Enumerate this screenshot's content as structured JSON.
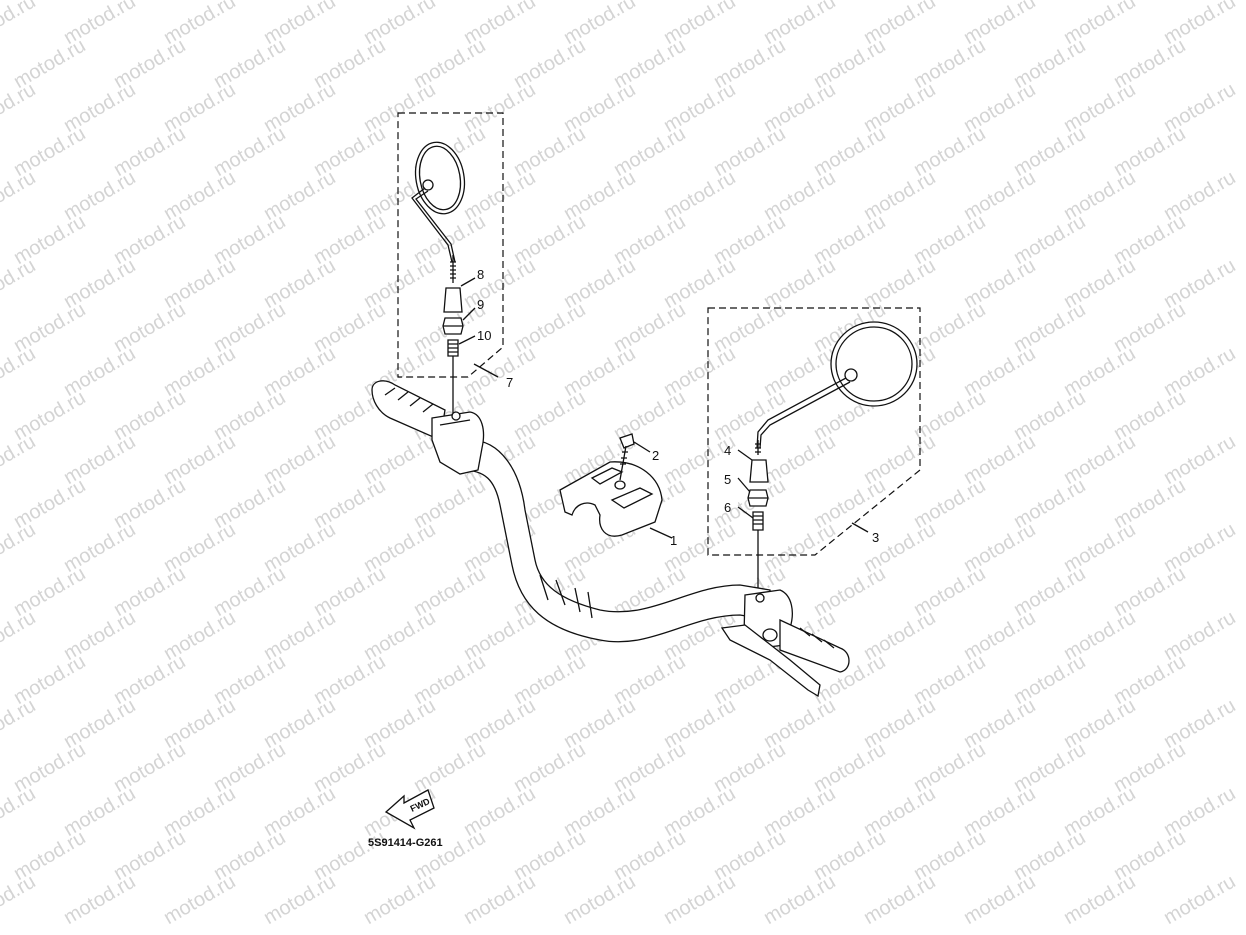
{
  "watermark": {
    "text": "motod.ru"
  },
  "diagram": {
    "code": "5S91414-G261",
    "fwd_label": "FWD",
    "callouts": [
      "1",
      "2",
      "3",
      "4",
      "5",
      "6",
      "7",
      "8",
      "9",
      "10"
    ]
  }
}
